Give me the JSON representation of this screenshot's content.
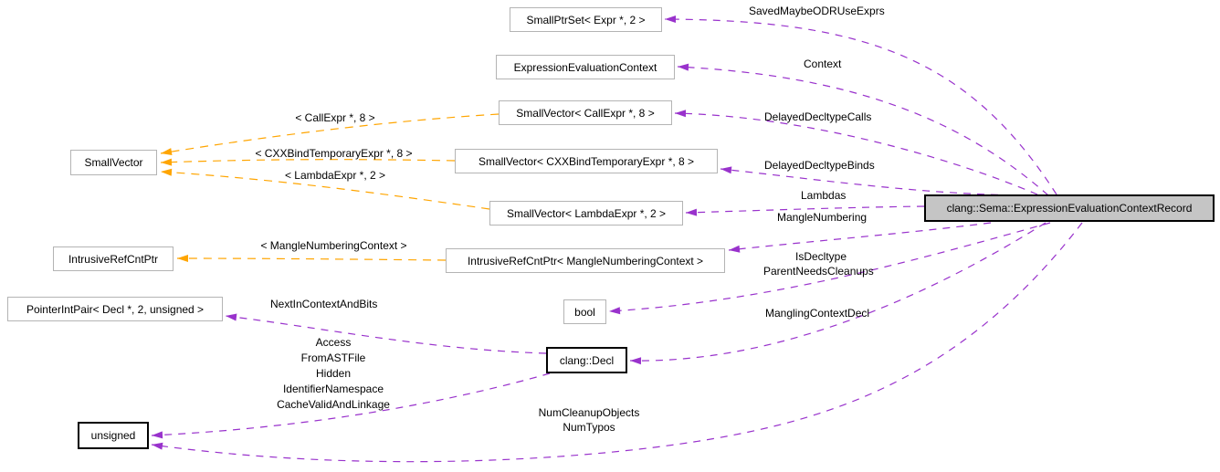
{
  "diagram": {
    "kind": "doxygen-collaboration-graph",
    "colors": {
      "member_edge": "#9932cc",
      "template_edge": "#ffa500",
      "node_border": "#b4b4b4",
      "emphasized_border": "#000000",
      "main_node_fill": "#c5c5c5",
      "background": "#ffffff",
      "text": "#000000"
    },
    "nodes": {
      "small_ptr_set": "SmallPtrSet< Expr *, 2 >",
      "expression_evaluation_context": "ExpressionEvaluationContext",
      "small_vector_call_expr": "SmallVector< CallExpr *, 8 >",
      "small_vector": "SmallVector",
      "small_vector_cxx_bind_temporary_expr": "SmallVector< CXXBindTemporaryExpr *, 8 >",
      "small_vector_lambda_expr": "SmallVector< LambdaExpr *, 2 >",
      "intrusive_ref_cnt_ptr": "IntrusiveRefCntPtr",
      "intrusive_ref_cnt_ptr_mangle_numbering_context": "IntrusiveRefCntPtr< MangleNumberingContext >",
      "pointer_int_pair": "PointerIntPair< Decl *, 2, unsigned >",
      "bool_type": "bool",
      "clang_decl": "clang::Decl",
      "unsigned_type": "unsigned",
      "main": "clang::Sema::ExpressionEvaluationContextRecord"
    },
    "edge_labels": {
      "saved_maybe_odr_use_exprs": "SavedMaybeODRUseExprs",
      "context": "Context",
      "delayed_decltype_calls": "DelayedDecltypeCalls",
      "delayed_decltype_binds": "DelayedDecltypeBinds",
      "lambdas": "Lambdas",
      "mangle_numbering": "MangleNumbering",
      "is_decltype": "IsDecltype",
      "parent_needs_cleanups": "ParentNeedsCleanups",
      "mangling_context_decl": "ManglingContextDecl",
      "next_in_context_and_bits": "NextInContextAndBits",
      "decl_bits": [
        "Access",
        "FromASTFile",
        "Hidden",
        "IdentifierNamespace",
        "CacheValidAndLinkage"
      ],
      "cleanup": [
        "NumCleanupObjects",
        "NumTypos"
      ],
      "tmpl_call_expr": "< CallExpr *, 8 >",
      "tmpl_cxx_bind_temporary_expr": "< CXXBindTemporaryExpr *, 8 >",
      "tmpl_lambda_expr": "< LambdaExpr *, 2 >",
      "tmpl_mangle_numbering_context": "< MangleNumberingContext >"
    },
    "edges": [
      {
        "from": "main",
        "to": "small_ptr_set",
        "label": "SavedMaybeODRUseExprs",
        "kind": "member"
      },
      {
        "from": "main",
        "to": "expression_evaluation_context",
        "label": "Context",
        "kind": "member"
      },
      {
        "from": "main",
        "to": "small_vector_call_expr",
        "label": "DelayedDecltypeCalls",
        "kind": "member"
      },
      {
        "from": "main",
        "to": "small_vector_cxx_bind_temporary_expr",
        "label": "DelayedDecltypeBinds",
        "kind": "member"
      },
      {
        "from": "main",
        "to": "small_vector_lambda_expr",
        "label": "Lambdas",
        "kind": "member"
      },
      {
        "from": "main",
        "to": "intrusive_ref_cnt_ptr_mangle_numbering_context",
        "label": "MangleNumbering",
        "kind": "member"
      },
      {
        "from": "main",
        "to": "bool_type",
        "label": "IsDecltype, ParentNeedsCleanups",
        "kind": "member"
      },
      {
        "from": "main",
        "to": "clang_decl",
        "label": "ManglingContextDecl",
        "kind": "member"
      },
      {
        "from": "main",
        "to": "unsigned_type",
        "label": "NumCleanupObjects, NumTypos",
        "kind": "member"
      },
      {
        "from": "clang_decl",
        "to": "pointer_int_pair",
        "label": "NextInContextAndBits",
        "kind": "member"
      },
      {
        "from": "clang_decl",
        "to": "unsigned_type",
        "label": "Access, FromASTFile, Hidden, IdentifierNamespace, CacheValidAndLinkage",
        "kind": "member"
      },
      {
        "from": "small_vector_call_expr",
        "to": "small_vector",
        "label": "< CallExpr *, 8 >",
        "kind": "template"
      },
      {
        "from": "small_vector_cxx_bind_temporary_expr",
        "to": "small_vector",
        "label": "< CXXBindTemporaryExpr *, 8 >",
        "kind": "template"
      },
      {
        "from": "small_vector_lambda_expr",
        "to": "small_vector",
        "label": "< LambdaExpr *, 2 >",
        "kind": "template"
      },
      {
        "from": "intrusive_ref_cnt_ptr_mangle_numbering_context",
        "to": "intrusive_ref_cnt_ptr",
        "label": "< MangleNumberingContext >",
        "kind": "template"
      }
    ]
  }
}
